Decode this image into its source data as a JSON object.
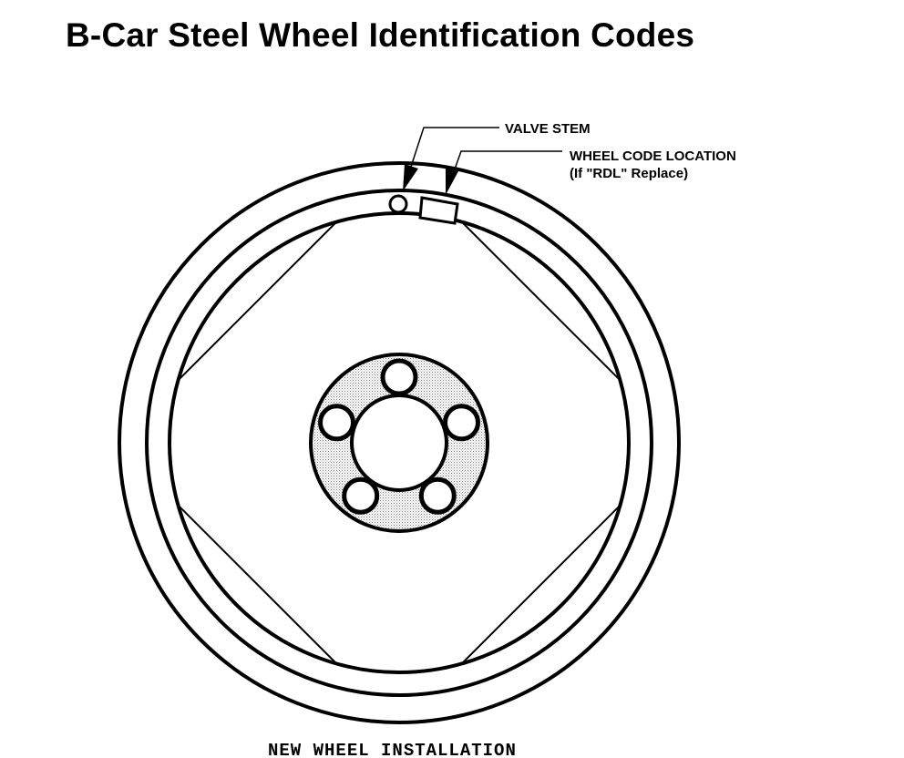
{
  "page": {
    "title": "B-Car Steel Wheel Identification Codes"
  },
  "diagram": {
    "labels": {
      "valve_stem": "VALVE STEM",
      "wheel_code_location": "WHEEL CODE LOCATION",
      "wheel_code_note": "(If \"RDL\" Replace)"
    },
    "caption": "NEW WHEEL INSTALLATION",
    "colors": {
      "line": "#000000",
      "hub_fill": "#c8c8c8",
      "background": "#ffffff"
    },
    "lug_holes": 5
  }
}
